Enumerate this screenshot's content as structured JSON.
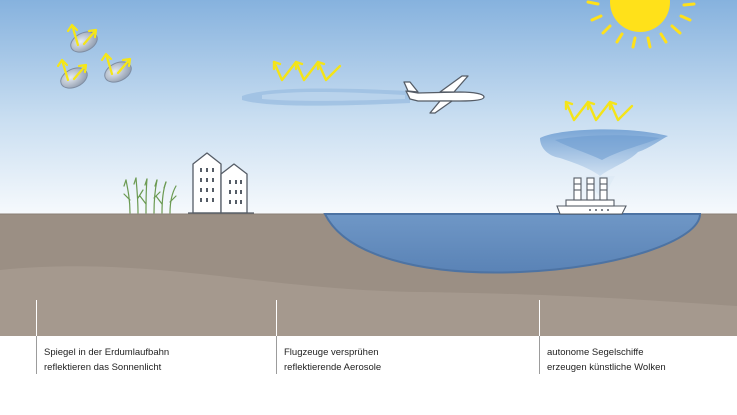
{
  "captions": [
    {
      "line1": "Spiegel in der Erdumlaufbahn",
      "line2": "reflektieren das Sonnenlicht"
    },
    {
      "line1": "Flugzeuge versprühen",
      "line2": "reflektierende Aerosole"
    },
    {
      "line1": "autonome Segelschiffe",
      "line2": "erzeugen künstliche Wolken"
    }
  ],
  "colors": {
    "sky_top": "#8db6df",
    "sky_bottom": "#ffffff",
    "ground": "#9a8e82",
    "ground_light": "#b0a69c",
    "sea": "#6a93c4",
    "sun": "#ffde16",
    "arrow": "#f2e418",
    "cloud": "#9bbfe0"
  },
  "icons": [
    "sun-icon",
    "mirror-icon",
    "airplane-icon",
    "ship-icon",
    "building-icon",
    "plants-icon"
  ]
}
